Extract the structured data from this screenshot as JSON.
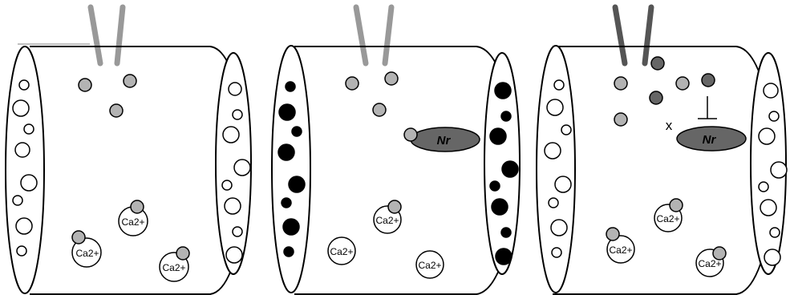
{
  "labels": {
    "ca": "Ca2+",
    "nr": "Nr",
    "x": "x"
  },
  "colors": {
    "background": "#ffffff",
    "outline": "#000000",
    "ligand_light": "#b3b3b3",
    "ligand_dark": "#666666",
    "pipette_light": "#999999",
    "pipette_dark": "#555555",
    "vesicle_filled": "#000000",
    "receptor": "#666666"
  },
  "panels": [
    {
      "id": "control",
      "pipette": "light",
      "vesicles": "empty",
      "receptor": "none"
    },
    {
      "id": "bound",
      "pipette": "light",
      "vesicles": "filled",
      "receptor": "bound"
    },
    {
      "id": "blocked",
      "pipette": "dark",
      "vesicles": "empty",
      "receptor": "blocked"
    }
  ]
}
